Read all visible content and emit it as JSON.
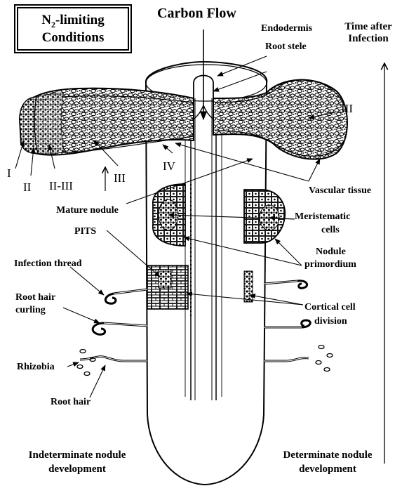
{
  "title_box": {
    "prefix": "N",
    "subscript": "2",
    "suffix": "-limiting",
    "line2": "Conditions"
  },
  "labels": {
    "carbon_flow": "Carbon Flow",
    "endodermis": "Endodermis",
    "root_stele": "Root stele",
    "time_after": "Time after",
    "infection": "Infection",
    "zone_i": "I",
    "zone_ii": "II",
    "zone_ii_iii": "II-III",
    "zone_iii_left": "III",
    "zone_iv": "IV",
    "zone_iii_right": "III",
    "vascular_tissue": "Vascular tissue",
    "mature_nodule": "Mature nodule",
    "pits": "PITS",
    "meristematic_1": "Meristematic",
    "meristematic_2": "cells",
    "infection_thread": "Infection thread",
    "nodule_1": "Nodule",
    "nodule_2": "primordium",
    "root_hair_curling_1": "Root hair",
    "root_hair_curling_2": "curling",
    "cortical_1": "Cortical cell",
    "cortical_2": "division",
    "rhizobia": "Rhizobia",
    "root_hair": "Root hair",
    "indeterminate_1": "Indeterminate nodule",
    "indeterminate_2": "development",
    "determinate_1": "Determinate nodule",
    "determinate_2": "development"
  }
}
